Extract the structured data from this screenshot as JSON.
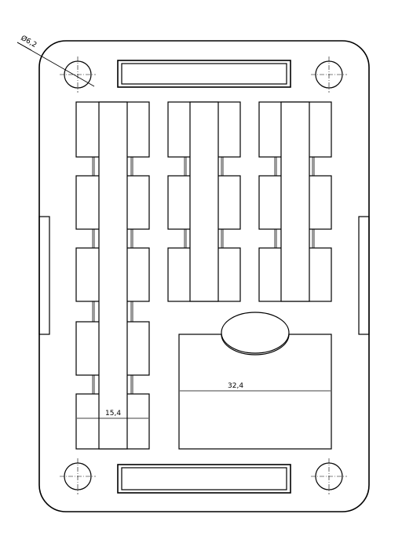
{
  "drawing": {
    "colors": {
      "line": "#000000",
      "background": "#ffffff"
    },
    "dimensions": {
      "hole_diameter": "Ø6,2",
      "slot_width": "15,4",
      "pocket_width": "32,4"
    }
  }
}
